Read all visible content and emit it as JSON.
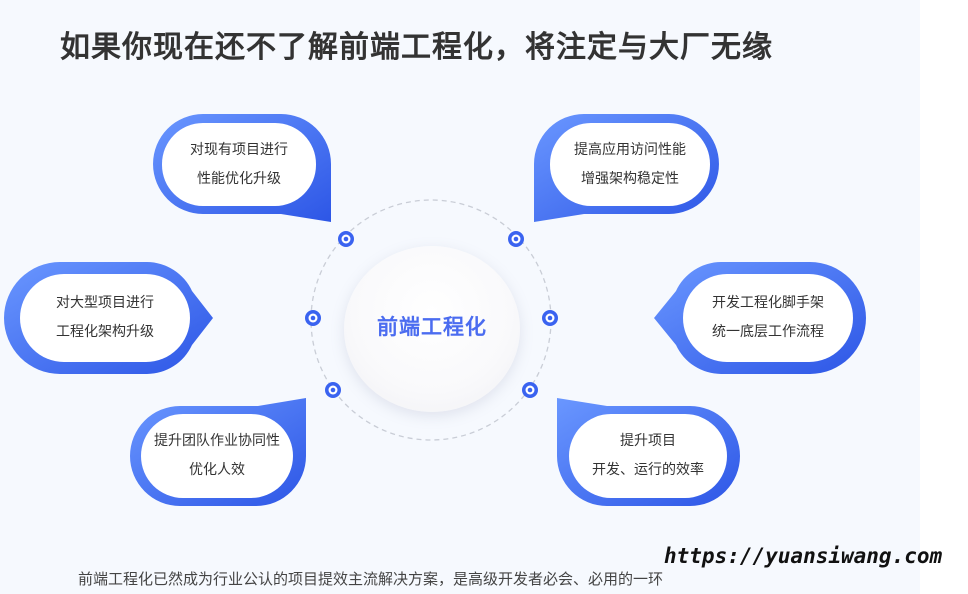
{
  "title": "如果你现在还不了解前端工程化，将注定与大厂无缘",
  "center_label": "前端工程化",
  "bubbles": [
    {
      "lines": [
        "对现有项目进行",
        "性能优化升级"
      ]
    },
    {
      "lines": [
        "提高应用访问性能",
        "增强架构稳定性"
      ]
    },
    {
      "lines": [
        "对大型项目进行",
        "工程化架构升级"
      ]
    },
    {
      "lines": [
        "开发工程化脚手架",
        "统一底层工作流程"
      ]
    },
    {
      "lines": [
        "提升团队作业协同性",
        "优化人效"
      ]
    },
    {
      "lines": [
        "提升项目",
        "开发、运行的效率"
      ]
    }
  ],
  "footer": "前端工程化已然成为行业公认的项目提效主流解决方案，是高级开发者必会、必用的一环",
  "watermark": "https://yuansiwang.com",
  "colors": {
    "accent_blue": "#3a63f0",
    "bubble_gradient_light": "#5b8cff",
    "bubble_gradient_dark": "#2f5ae8",
    "title": "#333333",
    "center_text": "#4b6cf0"
  }
}
